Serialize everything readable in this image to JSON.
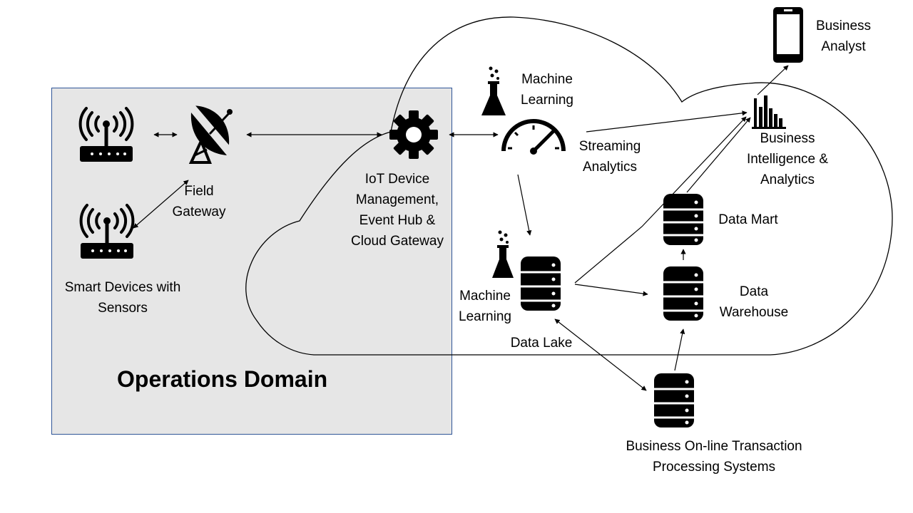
{
  "domain_title": "Operations Domain",
  "labels": {
    "business_analyst": "Business\nAnalyst",
    "machine_learning_top": "Machine\nLearning",
    "streaming_analytics": "Streaming\nAnalytics",
    "business_intelligence": "Business\nIntelligence &\nAnalytics",
    "field_gateway": "Field\nGateway",
    "iot_device_mgmt": "IoT Device\nManagement,\nEvent Hub &\nCloud Gateway",
    "data_mart": "Data Mart",
    "data_warehouse": "Data\nWarehouse",
    "smart_devices": "Smart Devices with\nSensors",
    "machine_learning_bottom": "Machine\nLearning",
    "data_lake": "Data Lake",
    "oltp": "Business On-line Transaction\nProcessing Systems"
  },
  "icons": {
    "colors": {
      "icon": "#000000",
      "frame": "#2f5597",
      "domain_fill": "#e6e6e6"
    }
  }
}
